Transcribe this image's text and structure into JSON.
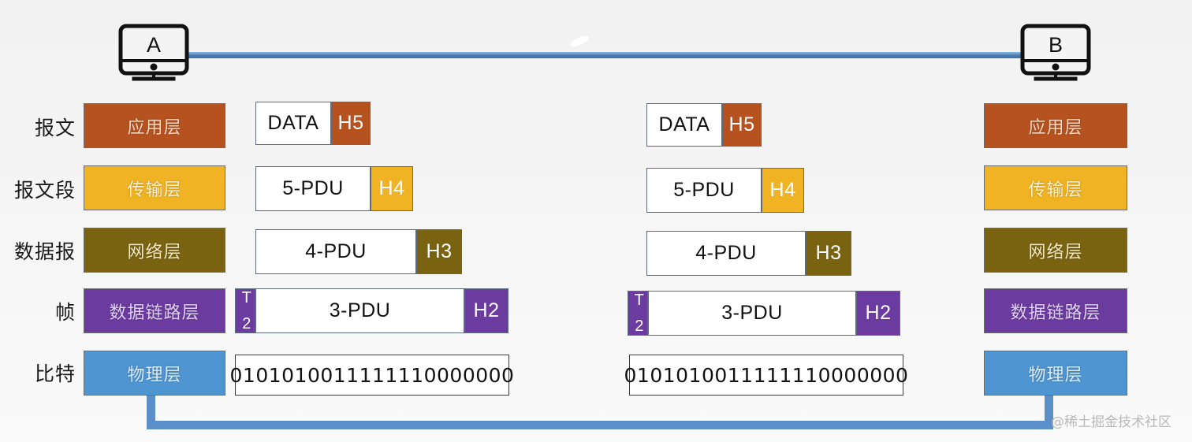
{
  "hosts": {
    "left": {
      "name": "host-a",
      "label": "A"
    },
    "right": {
      "name": "host-b",
      "label": "B"
    }
  },
  "row_labels": [
    {
      "key": "message",
      "label": "报文"
    },
    {
      "key": "segment",
      "label": "报文段"
    },
    {
      "key": "datagram",
      "label": "数据报"
    },
    {
      "key": "frame",
      "label": "帧"
    },
    {
      "key": "bit",
      "label": "比特"
    }
  ],
  "layers": [
    {
      "key": "application",
      "label": "应用层",
      "color": "#b5521f",
      "text_color": "#f6d6c0"
    },
    {
      "key": "transport",
      "label": "传输层",
      "color": "#f0b323",
      "text_color": "#fdf0cf"
    },
    {
      "key": "network",
      "label": "网络层",
      "color": "#7a6310",
      "text_color": "#f0e6c2"
    },
    {
      "key": "datalink",
      "label": "数据链路层",
      "color": "#6c3ba0",
      "text_color": "#ded0f2"
    },
    {
      "key": "physical",
      "label": "物理层",
      "color": "#4f95d1",
      "text_color": "#dbeaf7"
    }
  ],
  "pdus": [
    {
      "key": "pdu-data",
      "body": "DATA",
      "head": "H5",
      "tail": null,
      "color": "#b5521f"
    },
    {
      "key": "pdu-5",
      "body": "5-PDU",
      "head": "H4",
      "tail": null,
      "color": "#f0b323"
    },
    {
      "key": "pdu-4",
      "body": "4-PDU",
      "head": "H3",
      "tail": null,
      "color": "#7a6310"
    },
    {
      "key": "pdu-3",
      "body": "3-PDU",
      "head": "H2",
      "tail": [
        "T",
        "2"
      ],
      "color": "#6c3ba0"
    }
  ],
  "bits": {
    "key": "bit-stream",
    "value": "0101010011111110000000"
  },
  "link": {
    "color": "#5b8fc9"
  },
  "watermark": {
    "text": "@稀土掘金技术社区"
  }
}
